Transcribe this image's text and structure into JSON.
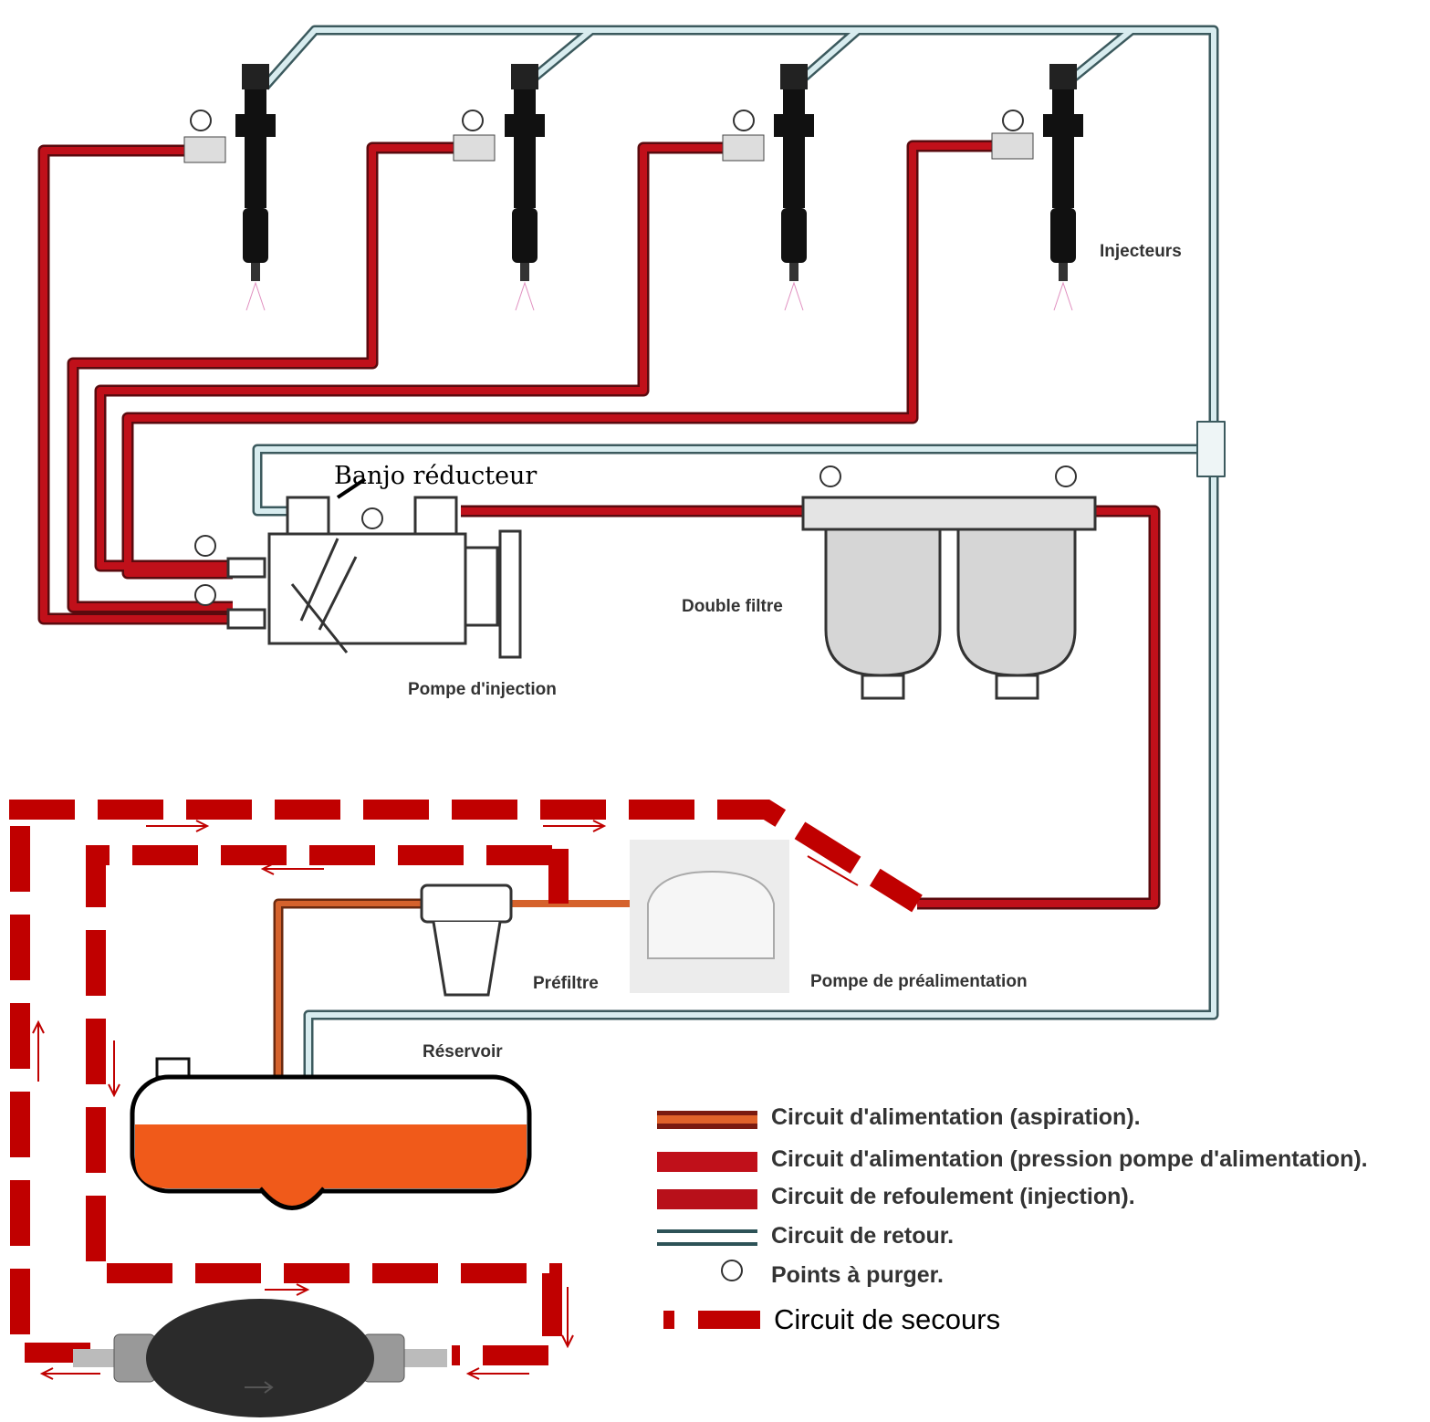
{
  "labels": {
    "injectors": "Injecteurs",
    "banjo": "Banjo réducteur",
    "injection_pump": "Pompe d'injection",
    "double_filter": "Double filtre",
    "prefilter": "Préfiltre",
    "feed_pump": "Pompe de préalimentation",
    "tank": "Réservoir"
  },
  "legend": [
    {
      "label": "Circuit d'alimentation (aspiration).",
      "color": "#e0622a"
    },
    {
      "label": "Circuit d'alimentation (pression pompe d'alimentation).",
      "color": "#c0101a"
    },
    {
      "label": "Circuit de refoulement (injection).",
      "color": "#b8101a"
    },
    {
      "label": "Circuit de retour.",
      "color": "#cfe6ea"
    },
    {
      "label": "Points à purger.",
      "color": "#333333"
    },
    {
      "label": "Circuit de secours",
      "color": "#c00000"
    }
  ],
  "colors": {
    "pressure": "#c0101a",
    "aspiration": "#d5622c",
    "return": "#d8ecef",
    "secours": "#c00000"
  }
}
